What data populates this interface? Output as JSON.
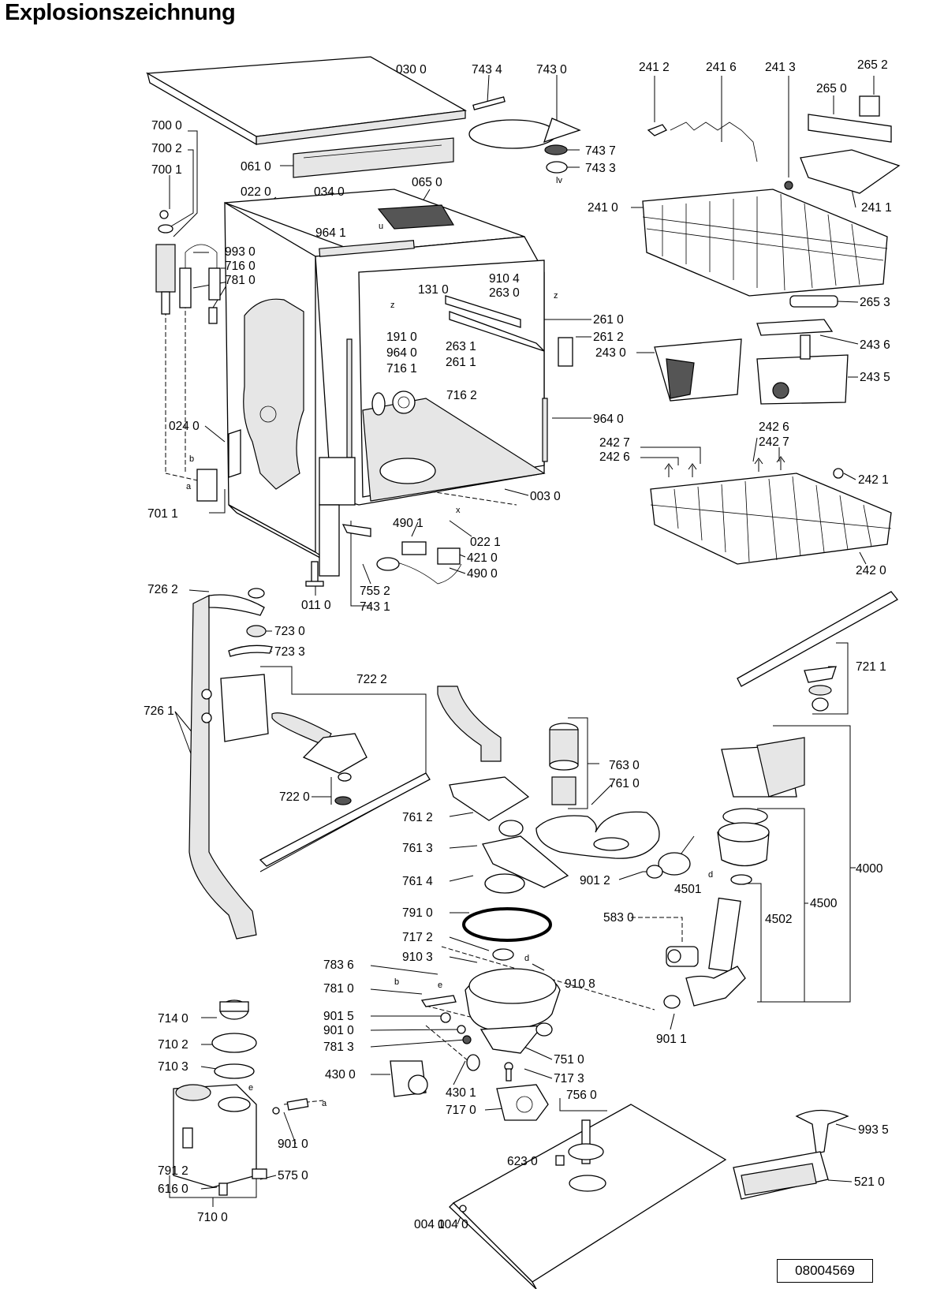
{
  "title": "Explosionszeichnung",
  "drawing_code": "08004569",
  "part_labels": {
    "p0300": "030 0",
    "p7434": "743 4",
    "p7430": "743 0",
    "p7437": "743 7",
    "p7433": "743 3",
    "p0610": "061 0",
    "p7000": "700 0",
    "p7002": "700 2",
    "p7001": "700 1",
    "p0220": "022 0",
    "p0340": "034 0",
    "p0650": "065 0",
    "p9641a": "964 1",
    "p9930": "993 0",
    "p7160": "716 0",
    "p7810a": "781 0",
    "p1310": "131 0",
    "p9104": "910 4",
    "p2630": "263 0",
    "p2610": "261 0",
    "p2612": "261 2",
    "p1910": "191 0",
    "p9640a": "964 0",
    "p2631": "263 1",
    "p2611": "261 1",
    "p2430": "243 0",
    "p7161": "716 1",
    "p7162": "716 2",
    "p9640b": "964 0",
    "p0240": "024 0",
    "p7011": "701 1",
    "p0030": "003 0",
    "p4901": "490 1",
    "p0221": "022 1",
    "p4210": "421 0",
    "p4900": "490 0",
    "p7552": "755 2",
    "p0110": "011 0",
    "p7431": "743 1",
    "p2412": "241 2",
    "p2416": "241 6",
    "p2413": "241 3",
    "p2652": "265 2",
    "p2650": "265 0",
    "p2410": "241 0",
    "p2411": "241 1",
    "p2653": "265 3",
    "p2436": "243 6",
    "p2435": "243 5",
    "p2426a": "242 6",
    "p2427a": "242 7",
    "p2427b": "242 7",
    "p2426b": "242 6",
    "p2421": "242 1",
    "p2420": "242 0",
    "p7262": "726 2",
    "p7230": "723 0",
    "p7233": "723 3",
    "p7222": "722 2",
    "p7261": "726 1",
    "p7220": "722 0",
    "p7211": "721 1",
    "p7630": "763 0",
    "p7610": "761 0",
    "p7612": "761 2",
    "p7613": "761 3",
    "p7614": "761 4",
    "p9012": "901 2",
    "p4501": "4501",
    "p4000": "4000",
    "p4500": "4500",
    "p4502": "4502",
    "p7910": "791 0",
    "p5830": "583 0",
    "p7172": "717 2",
    "p9103": "910 3",
    "p9108": "910 8",
    "p7836": "783 6",
    "p7810b": "781 0",
    "p9015": "901 5",
    "p9010a": "901 0",
    "p7813": "781 3",
    "p9011": "901 1",
    "p7140": "714 0",
    "p7102": "710 2",
    "p7103": "710 3",
    "p7510": "751 0",
    "p4300": "430 0",
    "p4301": "430 1",
    "p7173": "717 3",
    "p7560": "756 0",
    "p7170": "717 0",
    "p9010b": "901 0",
    "p7912": "791 2",
    "p6160": "616 0",
    "p5750": "575 0",
    "p7100": "710 0",
    "p6230": "623 0",
    "p9935": "993 5",
    "p5210": "521 0",
    "p0041": "004 1",
    "p0040": "004 0"
  },
  "markers": {
    "u": "u",
    "lv": "lv",
    "z1": "z",
    "z2": "z",
    "x": "x",
    "b1": "b",
    "a1": "a",
    "d1": "d",
    "d2": "d",
    "b2": "b",
    "e1": "e",
    "e2": "e",
    "a2": "a"
  }
}
